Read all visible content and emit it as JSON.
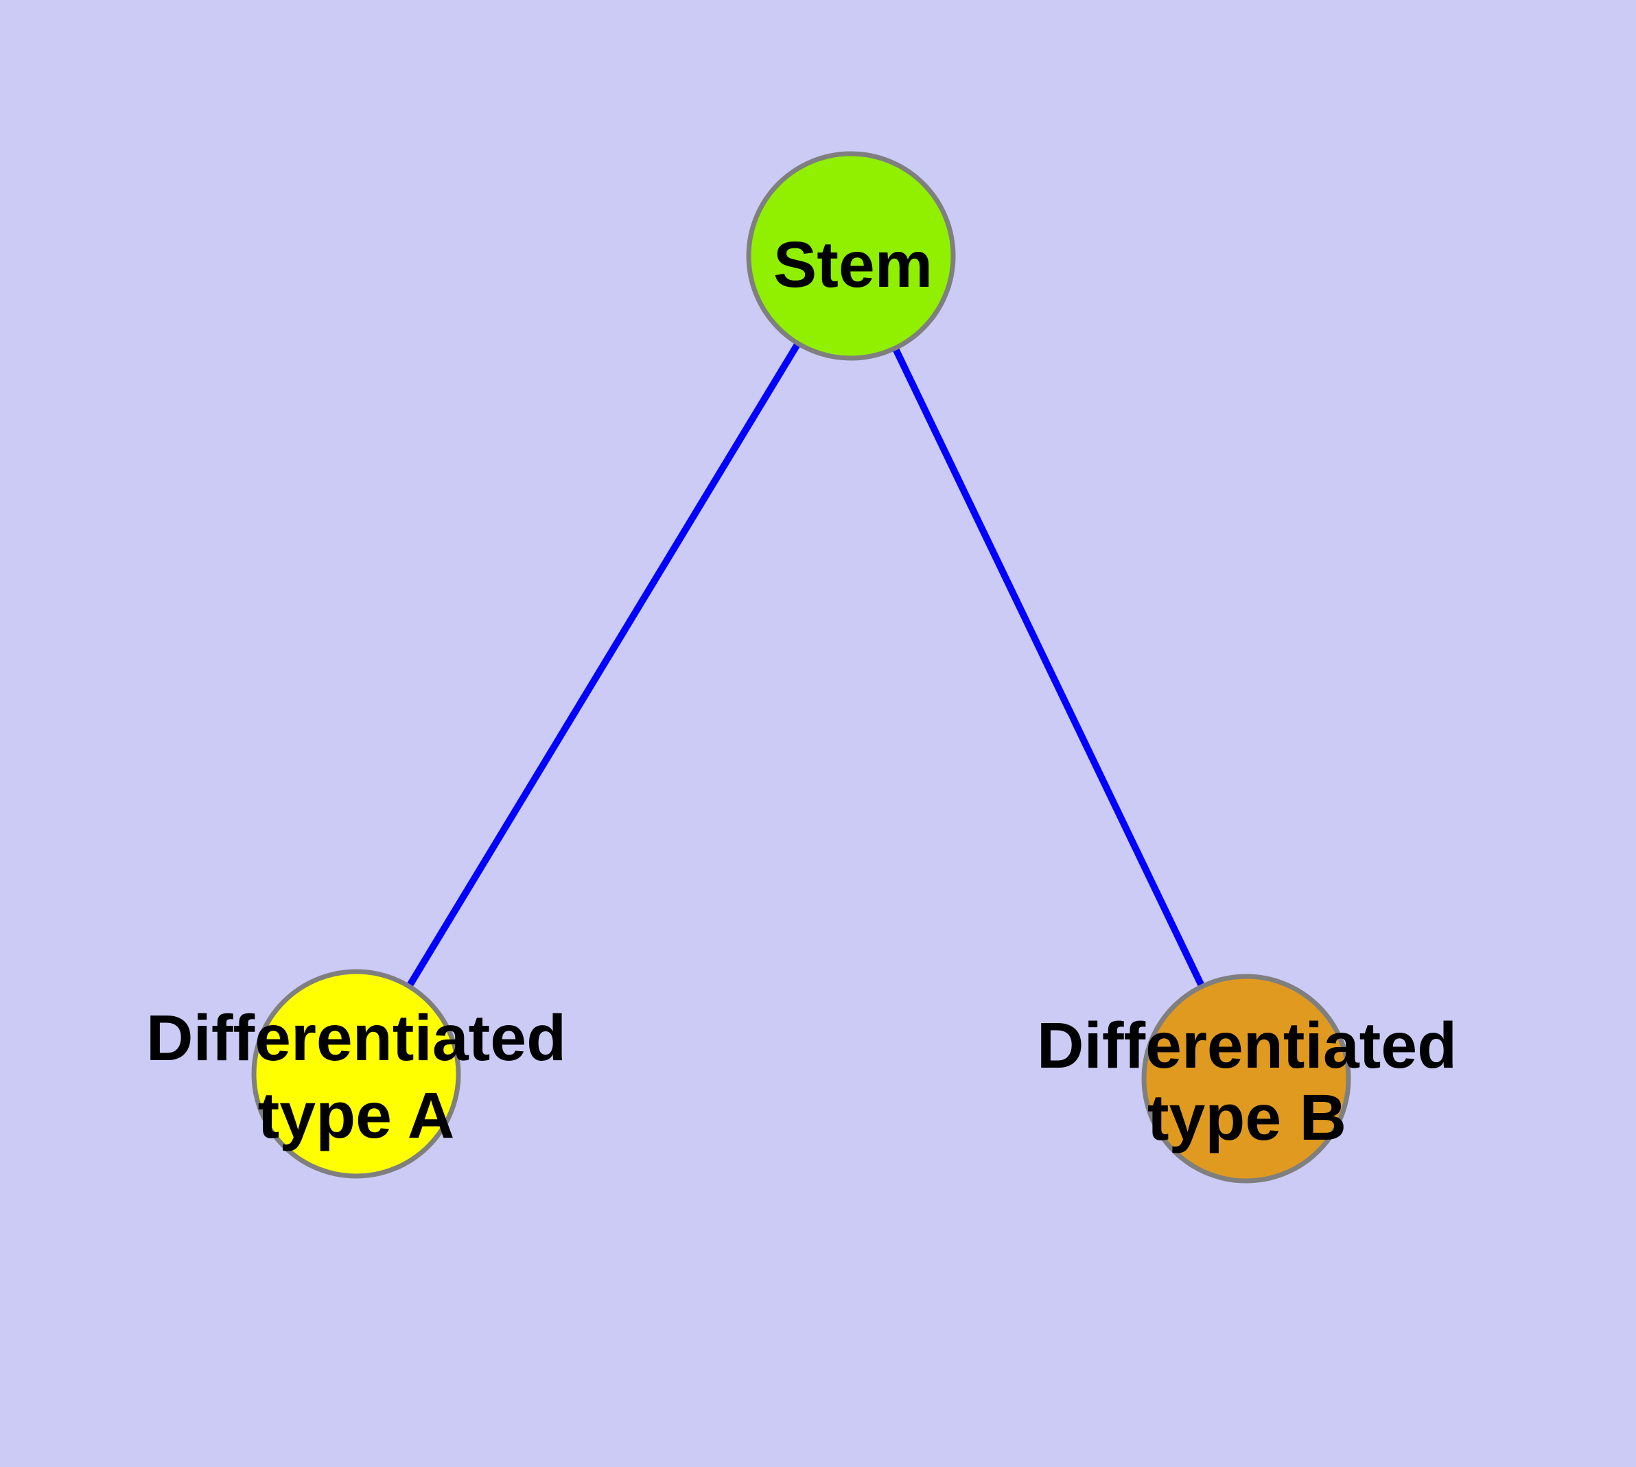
{
  "figure": {
    "background_color": "#CBCBF5"
  },
  "graph": {
    "type": "tree-diagram",
    "node_style": {
      "border_color": "#7F7F7F",
      "border_width": 7,
      "radius": 149,
      "label_color": "#000000"
    },
    "edge_style": {
      "color": "#0000FF",
      "width": 10
    },
    "nodes": [
      {
        "id": "stem",
        "label": "Stem",
        "fill": "#90F000"
      },
      {
        "id": "differentiated-type-a",
        "label": "Differentiated type A",
        "label_lines": [
          "Differentiated",
          "type A"
        ],
        "fill": "#FFFF00"
      },
      {
        "id": "differentiated-type-b",
        "label": "Differentiated type B",
        "label_lines": [
          "Differentiated",
          "type B"
        ],
        "fill": "#E19A20"
      }
    ],
    "edges": [
      {
        "from": "Stem",
        "to": "Differentiated type A"
      },
      {
        "from": "Stem",
        "to": "Differentiated type B"
      }
    ]
  }
}
